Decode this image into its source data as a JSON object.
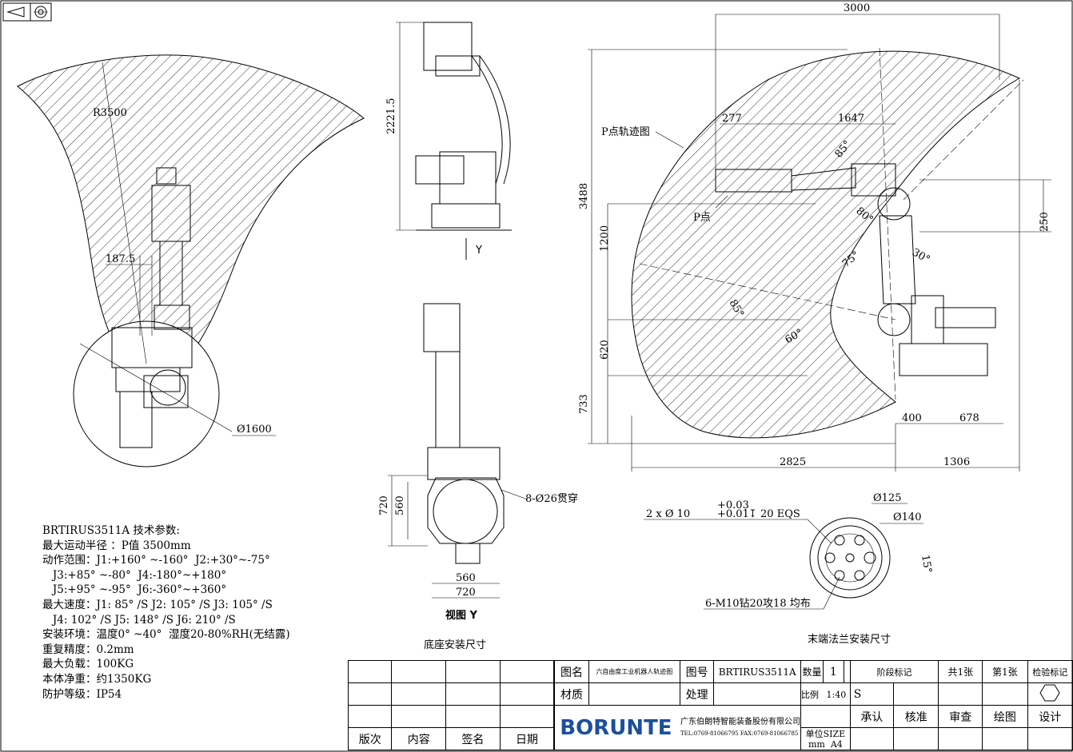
{
  "symbol": {
    "label": "projection-symbol"
  },
  "left_view": {
    "radius_label": "R3500",
    "offset_label": "187.5",
    "diameter_label": "Ø1600"
  },
  "side_view": {
    "height_label": "2221.5",
    "y_arrow_label": "Y"
  },
  "base_view": {
    "dim_720_v": "720",
    "dim_560_v": "560",
    "dim_560_h": "560",
    "dim_720_h": "720",
    "holes_label": "8-Ø26贯穿",
    "view_label": "视图 Y",
    "caption": "底座安装尺寸"
  },
  "right_view": {
    "width_3000": "3000",
    "p_path_label": "P点轨迹图",
    "dim_277": "277",
    "dim_1647": "1647",
    "angle_85a": "85°",
    "angle_80": "80°",
    "p_point_label": "P点",
    "dim_3488": "3488",
    "dim_1200": "1200",
    "dim_250": "250",
    "angle_30": "30°",
    "angle_75": "75°",
    "angle_85b": "85°",
    "angle_60": "60°",
    "dim_620": "620",
    "dim_733": "733",
    "dim_400": "400",
    "dim_678": "678",
    "dim_2825": "2825",
    "dim_1306": "1306"
  },
  "flange": {
    "dia_125": "Ø125",
    "dia_140": "Ø140",
    "angle_15": "15°",
    "pin_spec": "2 x Ø 10",
    "tol_upper": "+0.03",
    "tol_lower": "+0.01",
    "depth_spec": "↧ 20 EQS",
    "thread_label": "6-M10钻20攻18 均布",
    "caption": "末端法兰安装尺寸"
  },
  "specs": [
    "BRTIRUS3511A 技术参数:",
    "最大运动半径 ：P值 3500mm",
    "动作范围：J1:+160° ~-160°  J2:+30°~-75°",
    "   J3:+85° ~-80°  J4:-180°~+180°",
    "   J5:+95° ~-95°  J6:-360°~+360°",
    "最大速度：J1: 85° /S J2: 105° /S J3: 105° /S",
    "   J4: 102° /S J5: 148° /S J6: 210° /S",
    "安装环境：温度0° ~40°  湿度20-80%RH(无结露)",
    "重复精度：0.2mm",
    "最大负载：100KG",
    "本体净重：约1350KG",
    "防护等级：IP54"
  ],
  "title_block": {
    "rev_col": "版次",
    "content_col": "内容",
    "sign_col": "签名",
    "date_col": "日期",
    "name_label": "图名",
    "name_value": "六自由度工业机器人轨迹图",
    "drawing_no_label": "图号",
    "drawing_no_value": "BRTIRUS3511A",
    "material_label": "材质",
    "treatment_label": "处理",
    "qty_label": "数量",
    "qty_value": "1",
    "scale_label": "比例",
    "scale_value": "1:40",
    "stage_label": "阶段标记",
    "stage_value": "S",
    "sheets_total": "共1张",
    "sheet_no": "第1张",
    "check_mark_label": "检验标记",
    "approve": "承认",
    "verify": "核准",
    "review": "审查",
    "draw": "绘图",
    "design": "设计",
    "unit_label": "单位",
    "unit_value": "mm",
    "size_label": "SIZE",
    "size_value": "A4",
    "brand": "BORUNTE",
    "company": "广东伯朗特智能装备股份有限公司",
    "contact": "TEL:0769-81066795   FAX:0769-81066785"
  }
}
